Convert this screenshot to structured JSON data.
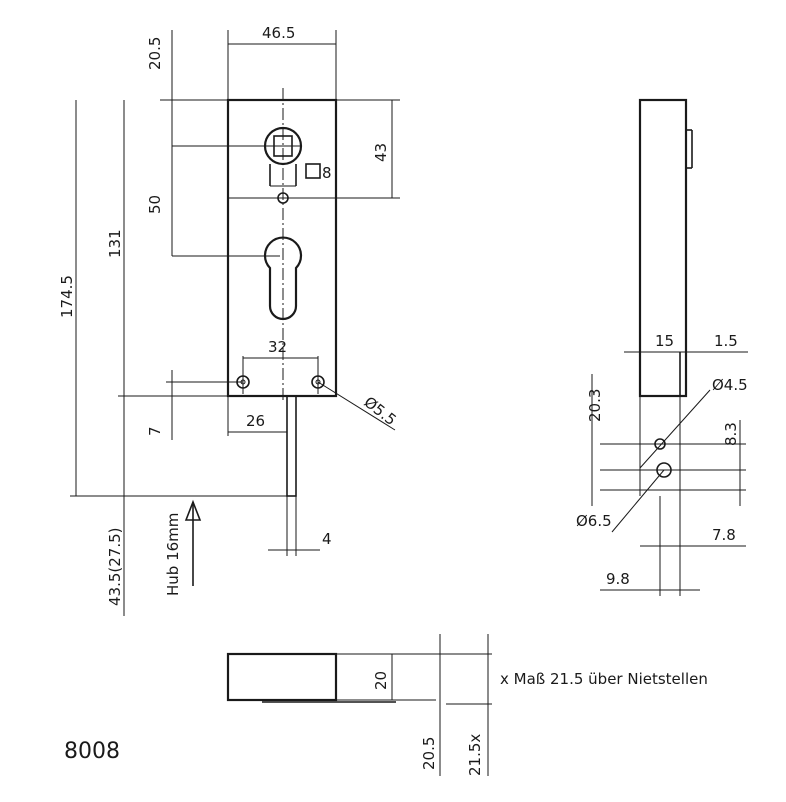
{
  "drawing": {
    "model_number": "8008",
    "note": "x Maß 21.5 über Nietstellen",
    "stroke_hint": "Ρ",
    "labels": {
      "d46_5": "46.5",
      "d20_5_top": "20.5",
      "d43": "43",
      "d50": "50",
      "d131": "131",
      "d174_5": "174.5",
      "d32": "32",
      "d5_5": "Ø5.5",
      "d26": "26",
      "d7": "7",
      "d4": "4",
      "d43_5": "43.5(27.5)",
      "hub": "Hub 16mm",
      "square8": "8",
      "d15": "15",
      "d1_5": "1.5",
      "d4_5": "Ø4.5",
      "d20_3": "20.3",
      "d8_3": "8.3",
      "d6_5": "Ø6.5",
      "d7_8": "7.8",
      "d9_8": "9.8",
      "d20_bottom": "20",
      "d20_5_bottom": "20.5",
      "d21_5x": "21.5x"
    }
  }
}
